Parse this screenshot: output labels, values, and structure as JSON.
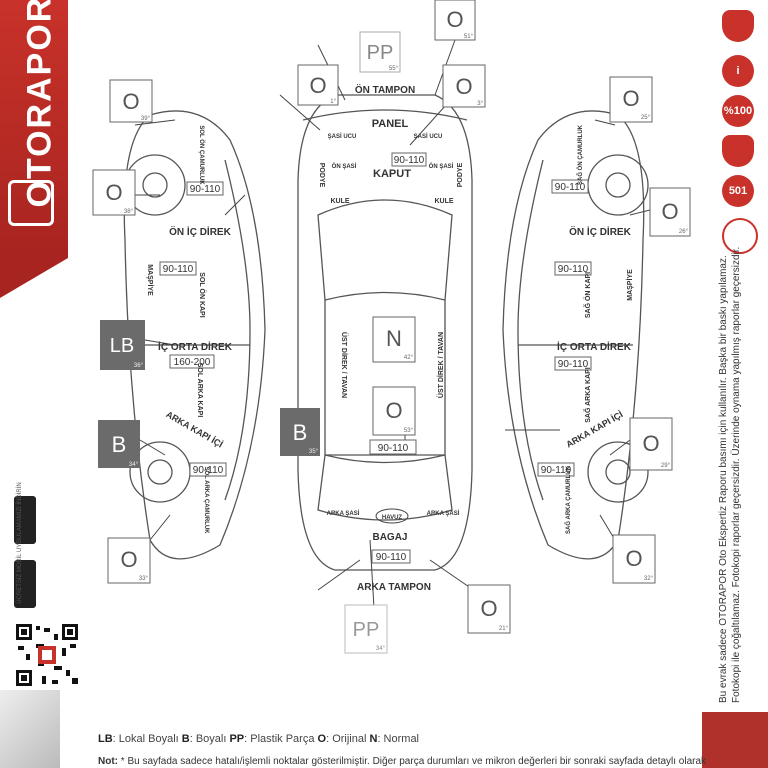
{
  "brand": {
    "name": "OTORAPOR"
  },
  "app_download_text": "ÜCRETSİZ MOBİL UYGULAMAMIZI İNDİRİN",
  "badges": [
    "i",
    "%100",
    "501"
  ],
  "vertical_note": {
    "line1": "Bu evrak sadece OTORAPOR Oto Ekspertiz Raporu basımı için kullanılır. Başka bir baskı yapılamaz.",
    "line2": "Fotokopi ile çoğaltılamaz. Fotokopi raporlar geçersizdir. Üzerinde oynama yapılmış raporlar geçersizdir."
  },
  "parts": {
    "on_tampon": "ÖN TAMPON",
    "panel": "PANEL",
    "kaput": "KAPUT",
    "sasi_ucu_l": "ŞASİ UCU",
    "sasi_ucu_r": "ŞASİ UCU",
    "on_sasi_l": "ÖN ŞASİ",
    "on_sasi_r": "ÖN ŞASİ",
    "podye_l": "PODYE",
    "podye_r": "PODYE",
    "kule_l": "KULE",
    "kule_r": "KULE",
    "ust_direk_l": "ÜST DİREK / TAVAN",
    "ust_direk_r": "ÜST DİREK / TAVAN",
    "arka_sasi_l": "ARKA ŞASİ",
    "arka_sasi_r": "ARKA ŞASİ",
    "havuz": "HAVUZ",
    "bagaj": "BAGAJ",
    "arka_tampon": "ARKA TAMPON",
    "sol_on_camurluk": "SOL ÖN ÇAMURLUK",
    "on_ic_direk_l": "ÖN İÇ DİREK",
    "maspiye_l": "MAŞPİYE",
    "sol_on_kapi": "SOL ÖN KAPI",
    "ic_orta_direk_l": "İÇ ORTA DİREK",
    "sol_arka_kapi": "SOL ARKA KAPI",
    "arka_kapi_ici_l": "ARKA KAPI İÇİ",
    "sol_arka_camurluk": "SOL ARKA ÇAMURLUK",
    "sag_on_camurluk": "SAĞ ÖN ÇAMURLUK",
    "on_ic_direk_r": "ÖN İÇ DİREK",
    "maspiye_r": "MAŞPİYE",
    "sag_on_kapi": "SAĞ ÖN KAPI",
    "ic_orta_direk_r": "İÇ ORTA DİREK",
    "sag_arka_kapi": "SAĞ ARKA KAPI",
    "arka_kapi_ici_r": "ARKA KAPI İÇİ",
    "sag_arka_camurluk": "SAĞ ARKA ÇAMURLUK"
  },
  "codes": {
    "top_o": "O",
    "top_o_deg": "51°",
    "pp_front": "PP",
    "pp_front_deg": "55°",
    "front_l": "O",
    "front_l_deg": "1°",
    "front_r": "O",
    "front_r_deg": "3°",
    "l_front_fender": "O",
    "l_front_fender_deg": "39°",
    "l_front_door": "O",
    "l_front_door_deg": "38°",
    "l_rear_door": "LB",
    "l_rear_door_deg": "36°",
    "l_rear_fender": "B",
    "l_rear_fender_deg": "34°",
    "l_bottom": "O",
    "l_bottom_deg": "33°",
    "roof_b": "B",
    "roof_b_deg": "35°",
    "roof_n": "N",
    "roof_n_deg": "42°",
    "trunk_o": "O",
    "trunk_o_deg": "53°",
    "rear_o": "O",
    "rear_o_deg": "21°",
    "pp_rear": "PP",
    "pp_rear_deg": "34°",
    "r_front_fender": "O",
    "r_front_fender_deg": "25°",
    "r_front_door": "O",
    "r_front_door_deg": "26°",
    "r_rear_door": "O",
    "r_rear_door_deg": "29°",
    "r_bottom": "O",
    "r_bottom_deg": "32°"
  },
  "mikron": {
    "kaput": "90-110",
    "l_on_camurluk": "90-110",
    "l_on_kapi": "90-110",
    "l_arka_kapi": "160-200",
    "l_arka_camurluk": "90-110",
    "tavan": "90-110",
    "bagaj": "90-110",
    "r_on_camurluk": "90-110",
    "r_on_kapi": "90-110",
    "r_arka_kapi": "90-110",
    "r_arka_camurluk": "90-110"
  },
  "legend": {
    "lb_code": "LB",
    "lb_text": ": Lokal Boyalı ",
    "b_code": "B",
    "b_text": ": Boyalı ",
    "pp_code": "PP",
    "pp_text": ": Plastik Parça ",
    "o_code": "O",
    "o_text": ": Orijinal ",
    "n_code": "N",
    "n_text": ": Normal"
  },
  "note": {
    "label": "Not: ",
    "text": "* Bu sayfada sadece hatalı/işlemli noktalar gösterilmiştir. Diğer parça durumları ve mikron değerleri bir sonraki sayfada detaylı olarak"
  },
  "colors": {
    "brand_red": "#c8322a",
    "dark_box": "#6b6b6b",
    "line": "#444444"
  }
}
